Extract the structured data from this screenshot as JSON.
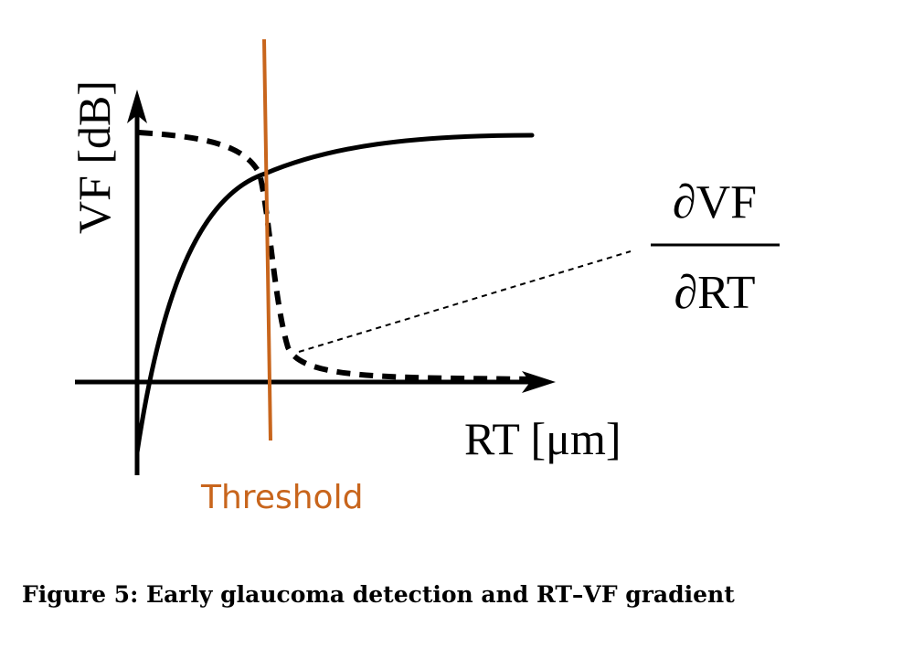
{
  "diagram": {
    "y_axis_label": "VF [dB]",
    "x_axis_label": "RT [μm]",
    "threshold_label": "Threshold",
    "gradient_numerator": "∂VF",
    "gradient_denominator": "∂RT",
    "colors": {
      "threshold": "#c8651c",
      "ink": "#000000"
    }
  },
  "caption": {
    "text": "Figure 5: Early glaucoma detection and RT–VF gradient"
  }
}
